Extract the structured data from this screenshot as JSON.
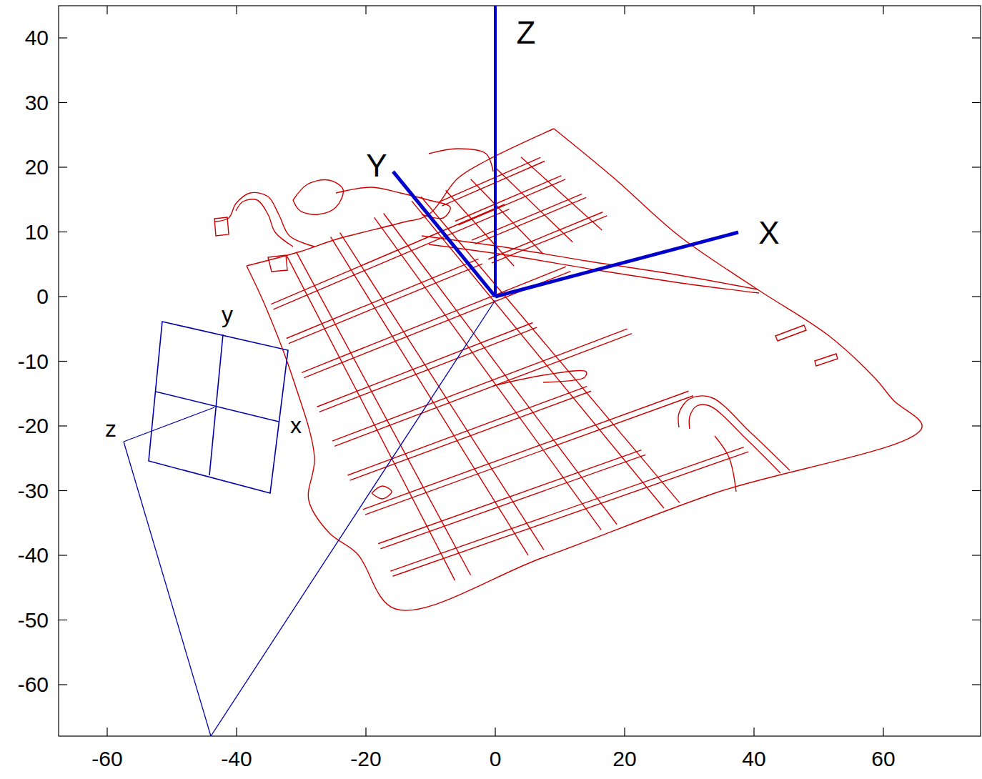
{
  "diagram": {
    "labels": [
      "40",
      "30",
      "20",
      "10",
      "0",
      "-10",
      "-20",
      "-30",
      "-40",
      "-50",
      "-60",
      "-60",
      "-40",
      "-20",
      "0",
      "20",
      "40",
      "60",
      "Z",
      "Y",
      "X",
      "y",
      "x",
      "z"
    ]
  }
}
